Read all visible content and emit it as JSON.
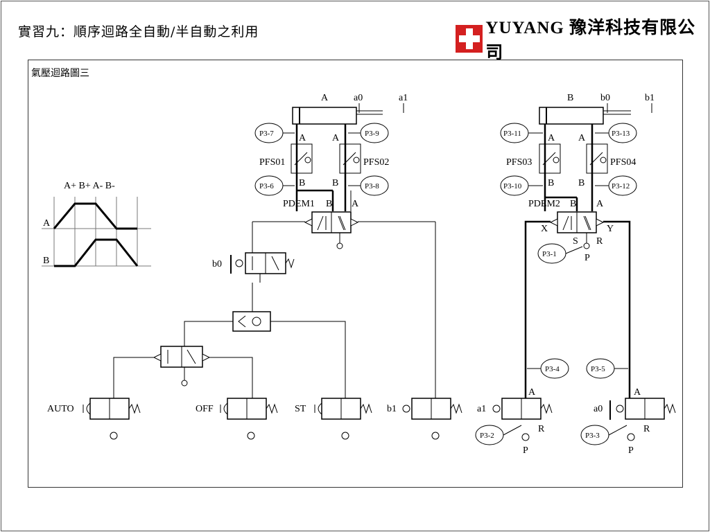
{
  "header": {
    "title": "實習九：順序迴路全自動/半自動之利用",
    "company": "YUYANG 豫洋科技有限公司"
  },
  "panel": {
    "title": "氣壓迴路圖三"
  },
  "sequence": {
    "label": "A+ B+ A- B-",
    "row_a": "A",
    "row_b": "B"
  },
  "cylinders": {
    "a": {
      "label": "A",
      "sensor_retracted": "a0",
      "sensor_extended": "a1"
    },
    "b": {
      "label": "B",
      "sensor_retracted": "b0",
      "sensor_extended": "b1"
    }
  },
  "flow_valves": [
    "PFS01",
    "PFS02",
    "PFS03",
    "PFS04"
  ],
  "main_valves": [
    "PDEM1",
    "PDEM2"
  ],
  "ports": {
    "a": "A",
    "b": "B",
    "x": "X",
    "y": "Y",
    "p": "P",
    "r": "R",
    "s": "S"
  },
  "test_points": [
    "P3-1",
    "P3-2",
    "P3-3",
    "P3-4",
    "P3-5",
    "P3-6",
    "P3-7",
    "P3-8",
    "P3-9",
    "P3-10",
    "P3-11",
    "P3-12",
    "P3-13"
  ],
  "switches": {
    "auto": "AUTO",
    "off": "OFF",
    "start": "ST",
    "b1": "b1",
    "b0": "b0",
    "a1": "a1",
    "a0": "a0"
  }
}
